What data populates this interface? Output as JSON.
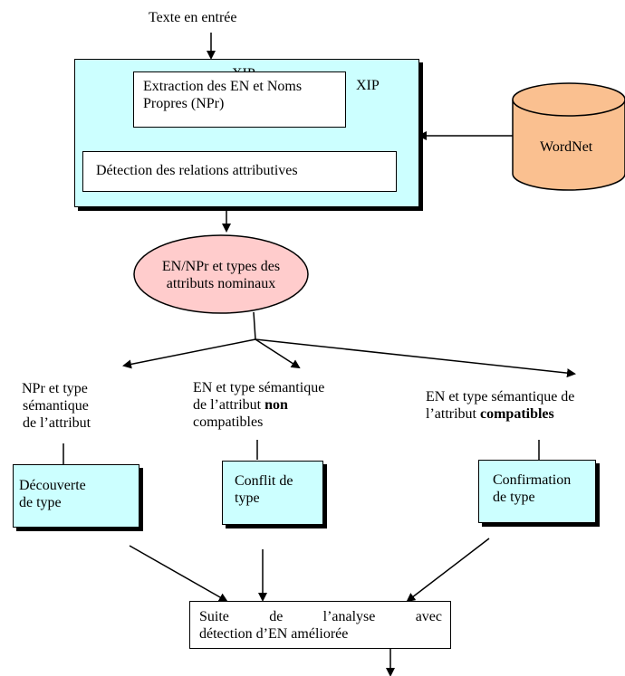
{
  "input_label": "Texte en entrée",
  "xip": {
    "title": "XIP",
    "overlap_text": "XIP",
    "extraction": "Extraction des EN et Noms Propres (NPr)",
    "detection": "Détection des relations attributives"
  },
  "wordnet": "WordNet",
  "ellipse_text": "EN/NPr et types des attributs nominaux",
  "branches": {
    "left_label": [
      "NPr et type",
      "sémantique",
      "de l’attribut"
    ],
    "middle_label": {
      "line1": "EN et type sémantique",
      "line2_pre": "de l’attribut ",
      "line2_bold": "non",
      "line3": "compatibles"
    },
    "right_label": {
      "line1": "EN et type sémantique de",
      "line2_pre": "l’attribut ",
      "line2_bold": "compatibles"
    }
  },
  "results": {
    "left": [
      "Découverte",
      "de type"
    ],
    "middle": [
      "Conflit de",
      "type"
    ],
    "right": [
      "Confirmation",
      "de type"
    ]
  },
  "final_box": {
    "line1": [
      "Suite",
      "de",
      "l’analyse",
      "avec"
    ],
    "line2": "détection d’EN améliorée"
  },
  "colors": {
    "cyan": "#ccffff",
    "pink": "#ffcccc",
    "orange": "#fac090"
  }
}
